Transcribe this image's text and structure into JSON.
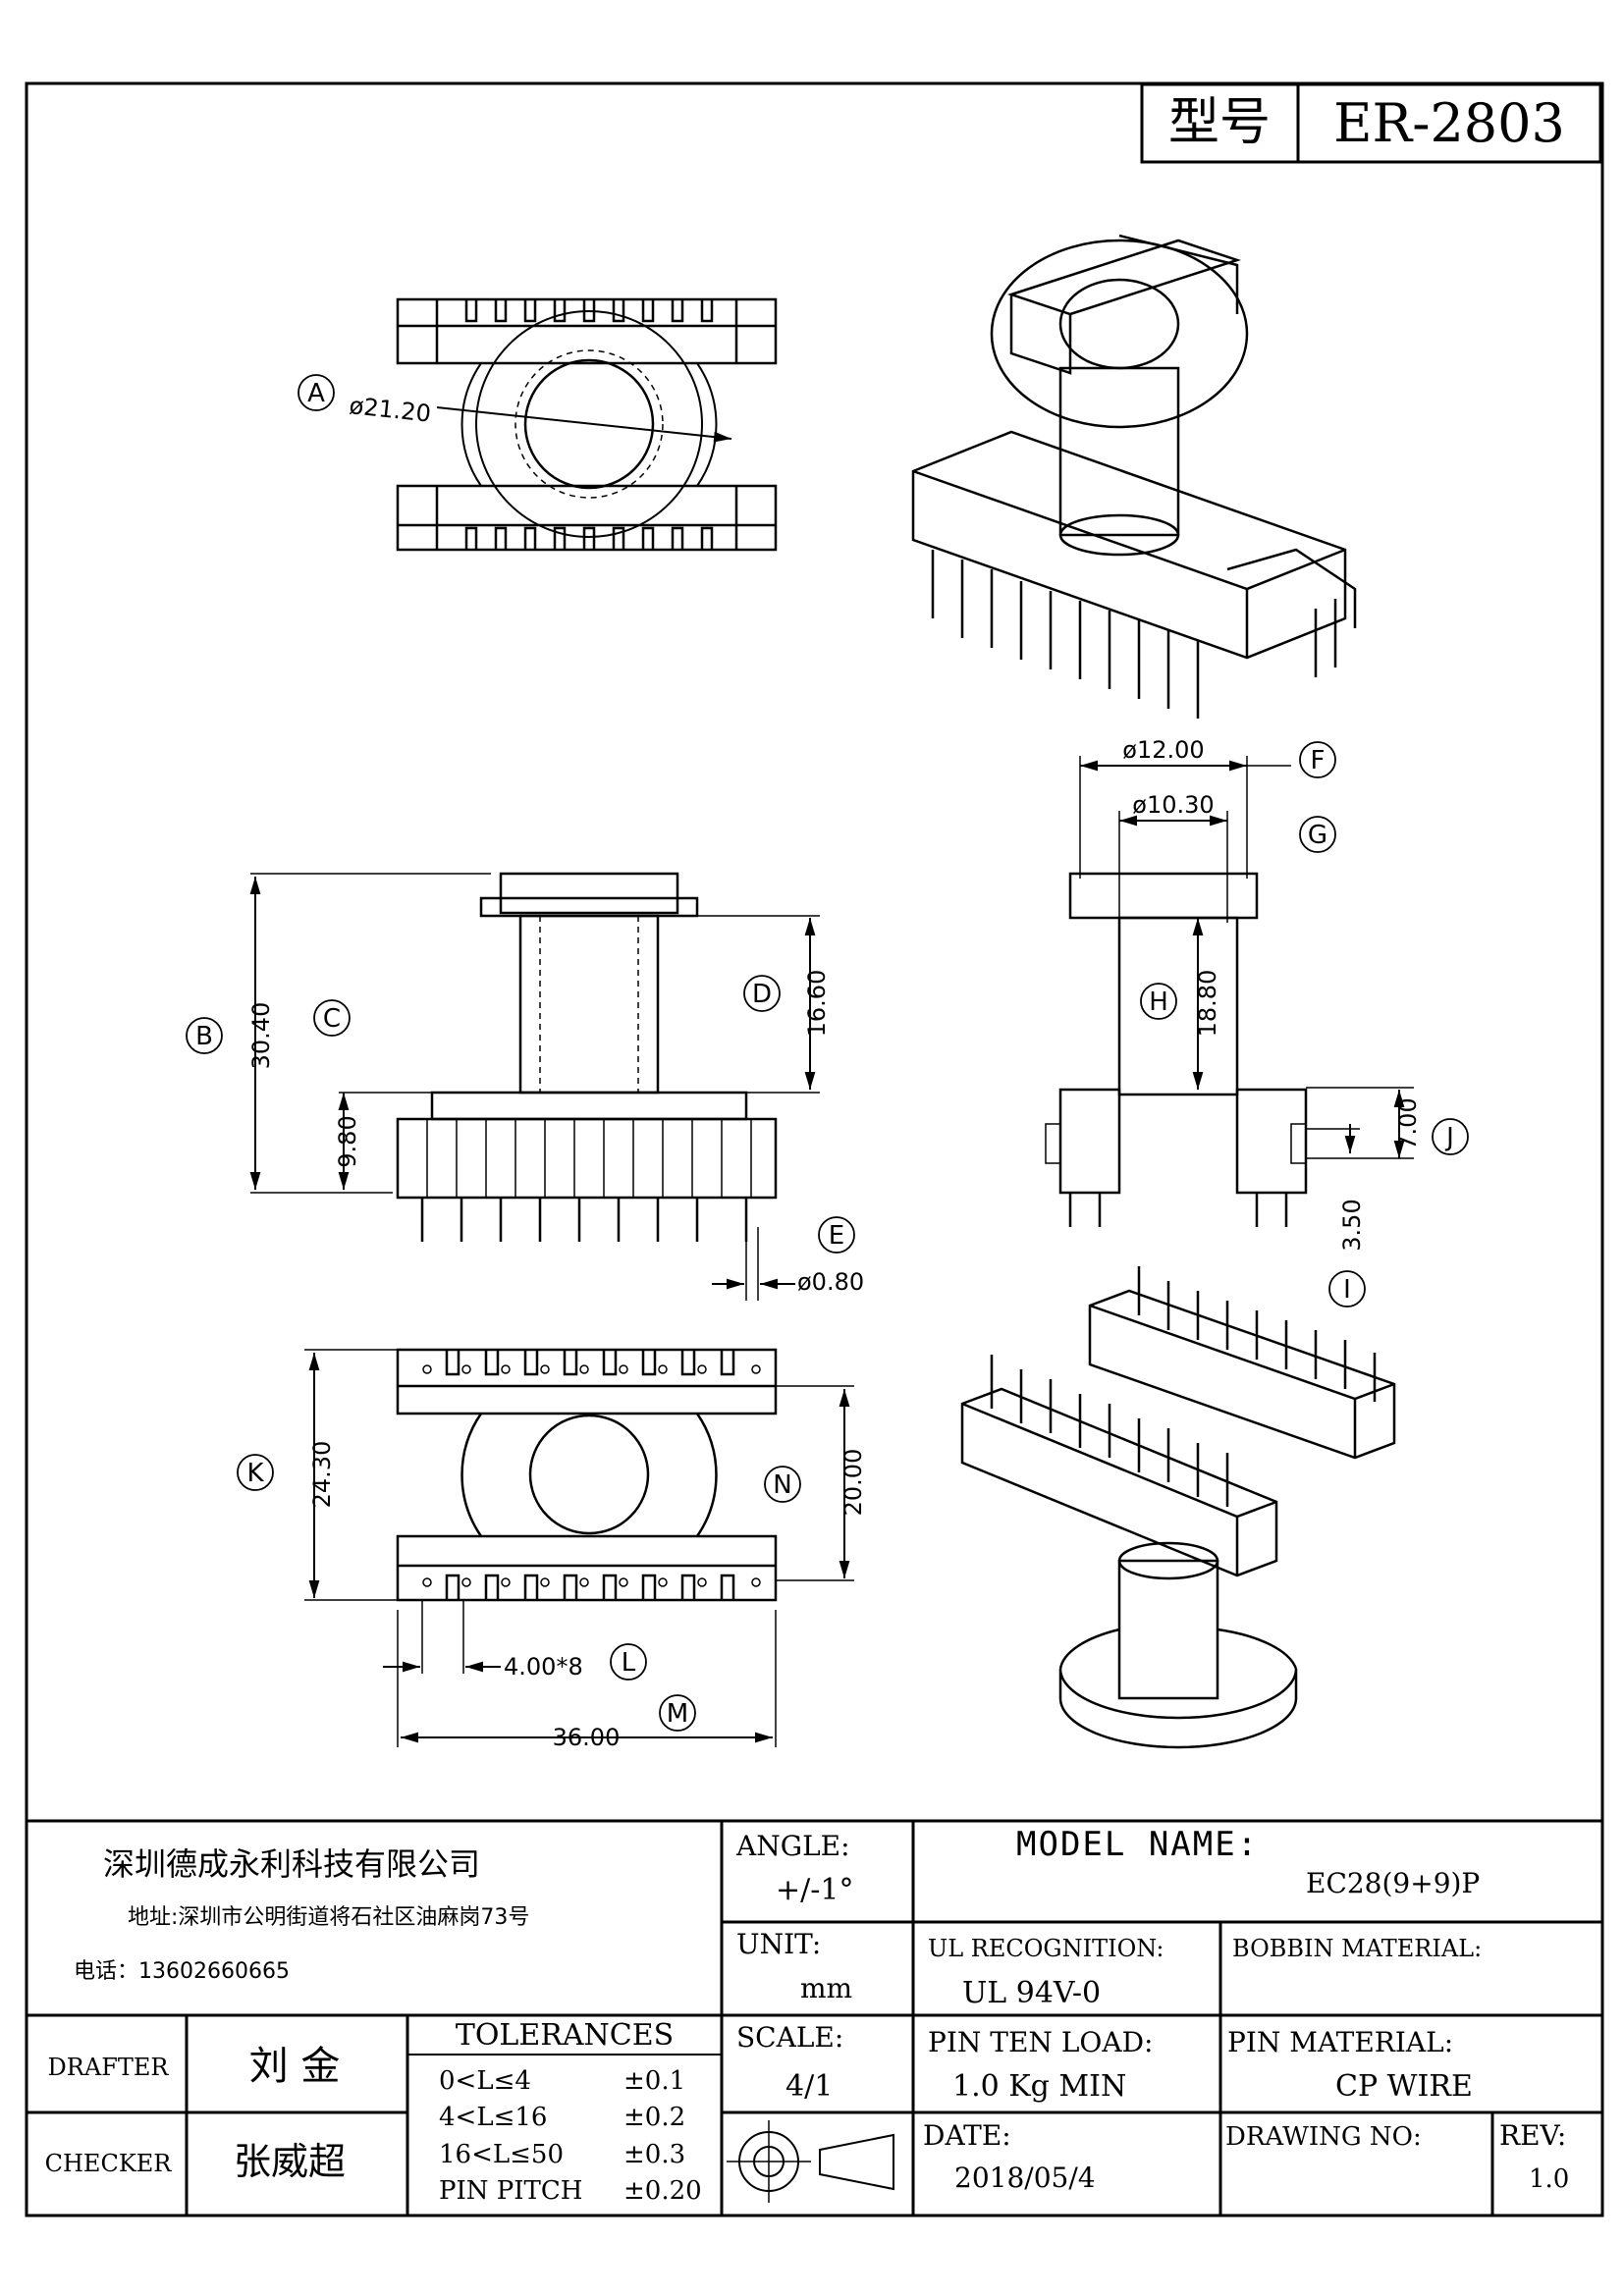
{
  "title_block": {
    "model_label": "型号",
    "model_value": "ER-2803"
  },
  "callouts": [
    {
      "letter": "A",
      "text": "ø21.20"
    },
    {
      "letter": "B",
      "text": "30.40"
    },
    {
      "letter": "C",
      "text": "9.80"
    },
    {
      "letter": "D",
      "text": "16.60"
    },
    {
      "letter": "E",
      "text": "ø0.80"
    },
    {
      "letter": "F",
      "text": "ø12.00"
    },
    {
      "letter": "G",
      "text": "ø10.30"
    },
    {
      "letter": "H",
      "text": "18.80"
    },
    {
      "letter": "I",
      "text": "3.50"
    },
    {
      "letter": "J",
      "text": "7.00"
    },
    {
      "letter": "K",
      "text": "24.30"
    },
    {
      "letter": "L",
      "text": "4.00*8"
    },
    {
      "letter": "M",
      "text": "36.00"
    },
    {
      "letter": "N",
      "text": "20.00"
    }
  ],
  "company": {
    "name": "深圳德成永利科技有限公司",
    "address": "地址:深圳市公明街道将石社区油麻岗73号",
    "phone": "电话：13602660665"
  },
  "specs": {
    "angle_label": "ANGLE:",
    "angle_value": "+/-1°",
    "unit_label": "UNIT:",
    "unit_value": "mm",
    "scale_label": "SCALE:",
    "scale_value": "4/1",
    "model_name_label": "MODEL NAME:",
    "model_name_value": "EC28(9+9)P",
    "ul_label": "UL RECOGNITION:",
    "ul_value": "UL 94V-0",
    "bobbin_label": "BOBBIN MATERIAL:",
    "pin_ten_label": "PIN TEN LOAD:",
    "pin_ten_value": "1.0 Kg MIN",
    "pin_material_label": "PIN MATERIAL:",
    "pin_material_value": "CP WIRE",
    "date_label": "DATE:",
    "date_value": "2018/05/4",
    "drawing_no_label": "DRAWING NO:",
    "rev_label": "REV:",
    "rev_value": "1.0"
  },
  "people": {
    "drafter_label": "DRAFTER",
    "drafter_name": "刘  金",
    "checker_label": "CHECKER",
    "checker_name": "张威超"
  },
  "tolerances": {
    "title": "TOLERANCES",
    "rows": [
      {
        "range": "0<L≤4",
        "tol": "±0.1"
      },
      {
        "range": "4<L≤16",
        "tol": "±0.2"
      },
      {
        "range": "16<L≤50",
        "tol": "±0.3"
      },
      {
        "range": "PIN PITCH",
        "tol": "±0.20"
      }
    ]
  }
}
